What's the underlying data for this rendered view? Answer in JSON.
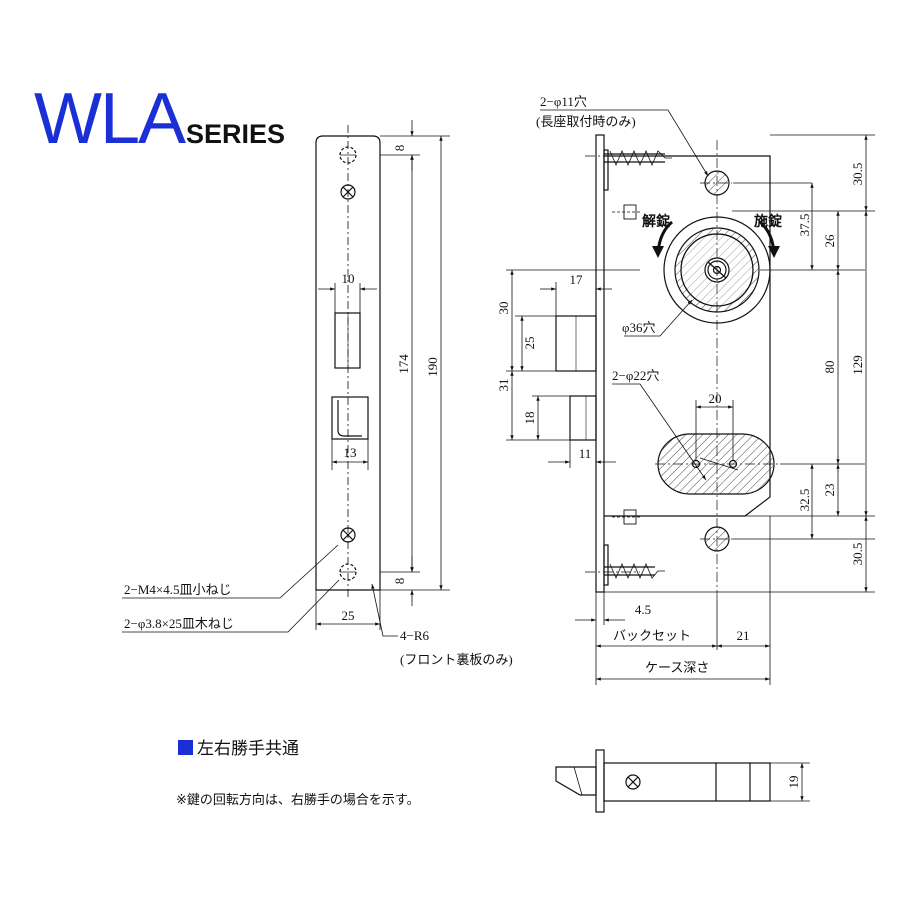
{
  "header": {
    "title_main": "WLA",
    "title_suffix": "SERIES"
  },
  "front_view": {
    "dims": {
      "top_margin": "8",
      "bottom_margin": "8",
      "pitch": "174",
      "total_length": "190",
      "deadbolt_width": "10",
      "latch_width": "13",
      "front_width": "25"
    },
    "labels": {
      "machine_screw": "2−M4×4.5皿小ねじ",
      "wood_screw": "2−φ3.8×25皿木ねじ",
      "corner_radius": "4−R6",
      "corner_note": "(フロント裏板のみ)"
    }
  },
  "side_view": {
    "labels": {
      "mount_hole": "2−φ11穴",
      "mount_note": "(長座取付時のみ)",
      "unlock": "解錠",
      "lock": "施錠",
      "cylinder_hole": "φ36穴",
      "spindle_hole": "2−φ22穴",
      "backset": "バックセット",
      "case_depth": "ケース深さ"
    },
    "dims": {
      "top_margin": "30.5",
      "cyl_from_top": "37.5",
      "cyl_to_hole": "26",
      "cyl_to_spindle": "80",
      "pitch": "129",
      "spindle_to_bottom": "23",
      "spindle_to_hole": "32.5",
      "bottom_margin": "30.5",
      "deadbolt_throw": "17",
      "deadbolt_span": "30",
      "deadbolt_height": "25",
      "latch_span": "31",
      "latch_height": "18",
      "latch_throw": "11",
      "spindle_spacing": "20",
      "front_thickness": "4.5",
      "cyl_to_case_back": "21"
    }
  },
  "bottom_view": {
    "dims": {
      "height": "19"
    }
  },
  "captions": {
    "heading": "左右勝手共通",
    "note": "※鍵の回転方向は、右勝手の場合を示す。"
  }
}
